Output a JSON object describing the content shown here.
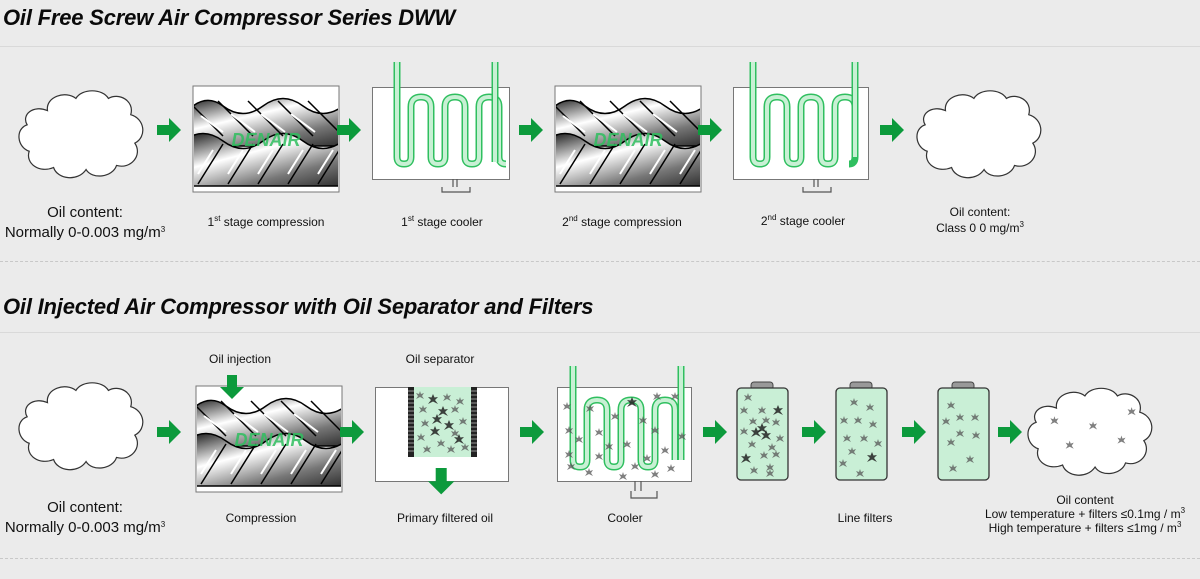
{
  "section1": {
    "title": "Oil Free Screw Air Compressor Series DWW",
    "stages": [
      {
        "id": "inlet-air",
        "label_line1": "Oil content:",
        "label_line2_pre": "Normally 0-0.003 mg/m",
        "label_line2_sup": "3"
      },
      {
        "id": "stage1-compression",
        "ordinal": "1",
        "ordinal_sup": "st",
        "label": " stage compression"
      },
      {
        "id": "stage1-cooler",
        "ordinal": "1",
        "ordinal_sup": "st",
        "label": " stage cooler"
      },
      {
        "id": "stage2-compression",
        "ordinal": "2",
        "ordinal_sup": "nd",
        "label": " stage compression"
      },
      {
        "id": "stage2-cooler",
        "ordinal": "2",
        "ordinal_sup": "nd",
        "label": " stage cooler"
      },
      {
        "id": "outlet-air",
        "label_line1": "Oil content:",
        "label_line2_pre": "Class 0  0 mg/m",
        "label_line2_sup": "3"
      }
    ]
  },
  "section2": {
    "title": "Oil Injected Air Compressor with Oil Separator and Filters",
    "stages": [
      {
        "id": "inlet-air",
        "label_line1": "Oil content:",
        "label_line2_pre": "Normally 0-0.003 mg/m",
        "label_line2_sup": "3"
      },
      {
        "id": "compression",
        "top_label": "Oil injection",
        "label": "Compression"
      },
      {
        "id": "oil-separator",
        "top_label": "Oil separator",
        "label": "Primary filtered oil"
      },
      {
        "id": "cooler",
        "label": "Cooler"
      },
      {
        "id": "line-filters",
        "label": "Line filters"
      },
      {
        "id": "outlet-air",
        "label_line1": "Oil content",
        "label_line2_pre": "Low temperature + filters  ≤0.1mg / m",
        "label_line2_sup": "3",
        "label_line3_pre": "High temperature + filters ≤1mg / m",
        "label_line3_sup": "3"
      }
    ]
  },
  "rotor_watermark": "DENAIR",
  "colors": {
    "background": "#ebebeb",
    "arrow_green": "#0c9a3c",
    "pipe_green": "#2fbf5f",
    "pipe_fill": "#c8f0d4",
    "filter_fill": "#c9efd6"
  }
}
